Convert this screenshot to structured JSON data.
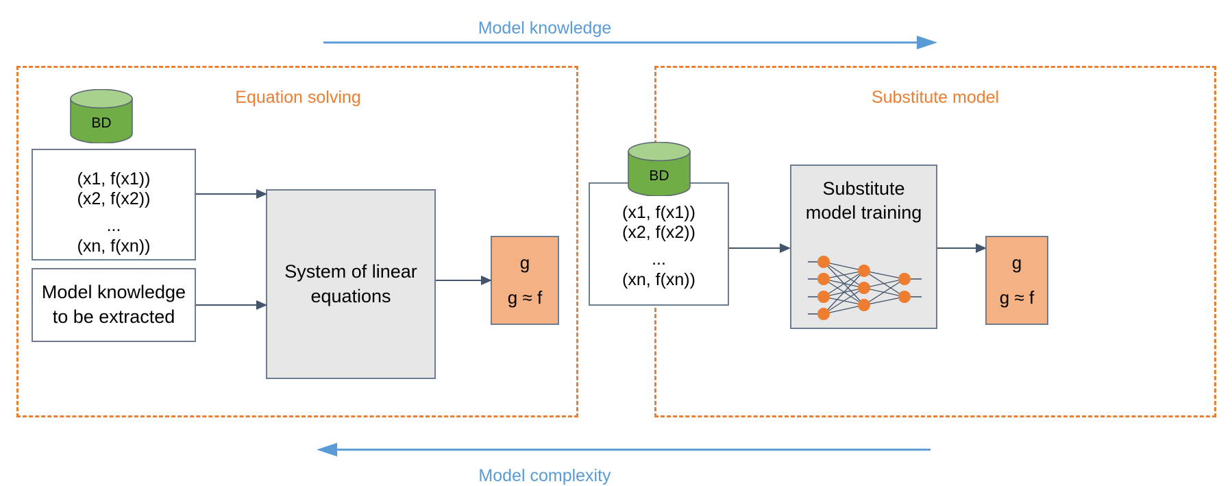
{
  "colors": {
    "accent_orange": "#ED7D31",
    "panel_dash": "#ED7D31",
    "axis_blue": "#5B9BD5",
    "box_border": "#6E7C91",
    "grey_fill": "#E7E7E7",
    "orange_fill": "#F4B183",
    "cylinder_green": "#70AD47",
    "cylinder_top_green": "#A9D18E",
    "node_orange": "#ED7D31",
    "edge_navy": "#44546A",
    "text_black": "#000000"
  },
  "axes": {
    "top": {
      "label": "Model knowledge",
      "direction": "right",
      "icon": "arrow-right-icon"
    },
    "bottom": {
      "label": "Model complexity",
      "direction": "left",
      "icon": "arrow-left-icon"
    }
  },
  "panels": [
    {
      "id": "equation-solving",
      "title": "Equation solving",
      "database": {
        "label": "BD",
        "icon": "database-cylinder-icon"
      },
      "data_box": {
        "lines": [
          "(x1, f(x1))",
          "(x2, f(x2))",
          "...",
          "(xn, f(xn))"
        ]
      },
      "knowledge_box": {
        "text": "Model knowledge to be extracted"
      },
      "process_box": {
        "text": "System of linear equations"
      },
      "result_box": {
        "top": "g",
        "bottom": "g ≈ f"
      }
    },
    {
      "id": "substitute-model",
      "title": "Substitute model",
      "database": {
        "label": "BD",
        "icon": "database-cylinder-icon"
      },
      "data_box": {
        "lines": [
          "(x1, f(x1))",
          "(x2, f(x2))",
          "...",
          "(xn, f(xn))"
        ]
      },
      "process_box": {
        "text": "Substitute model training",
        "icon": "neural-network-icon",
        "network": {
          "layers": [
            4,
            3,
            2
          ]
        }
      },
      "result_box": {
        "top": "g",
        "bottom": "g ≈ f"
      }
    }
  ]
}
